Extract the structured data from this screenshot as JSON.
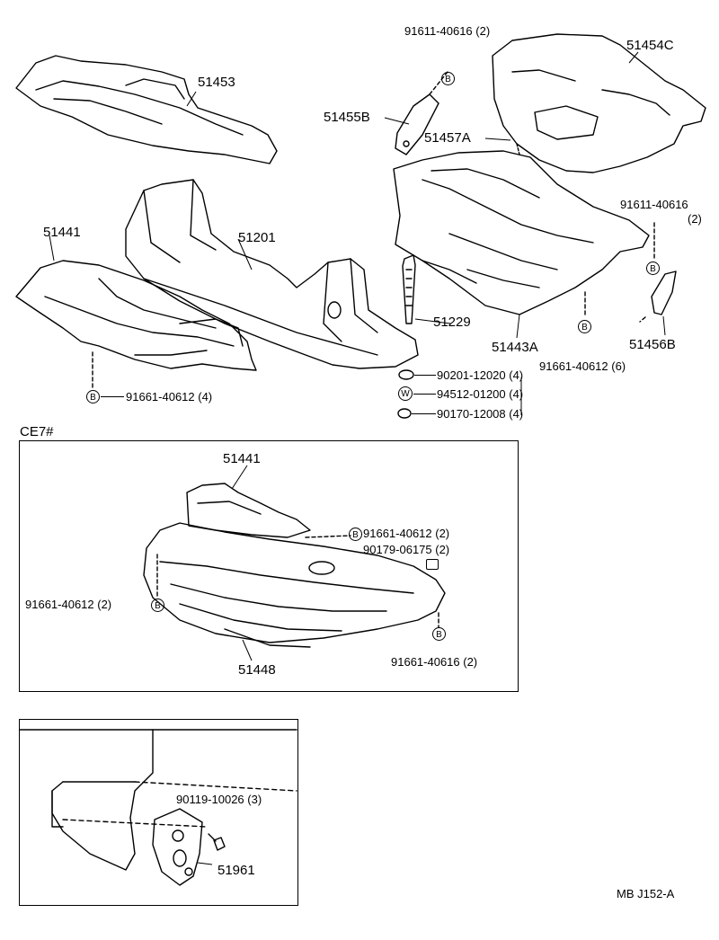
{
  "diagram": {
    "code": "MB J152-A",
    "section_label": "CE7#",
    "main_parts": {
      "p51453": "51453",
      "p51441": "51441",
      "p51201": "51201",
      "p51455B": "51455B",
      "p51457A": "51457A",
      "p51454C": "51454C",
      "p51443A": "51443A",
      "p51456B": "51456B",
      "p51229": "51229"
    },
    "main_fasteners": {
      "f_91611_top": "91611-40616 (2)",
      "f_91611_right_a": "91611-40616",
      "f_91611_right_b": "(2)",
      "f_91661_6": "91661-40612 (6)",
      "f_91661_4": "91661-40612 (4)",
      "f_90201": "90201-12020 (4)",
      "f_94512": "94512-01200 (4)",
      "f_90170": "90170-12008 (4)"
    },
    "ce7_parts": {
      "p51441": "51441",
      "p51448": "51448"
    },
    "ce7_fasteners": {
      "f_91661_right": "91661-40612 (2)",
      "f_90179": "90179-06175 (2)",
      "f_91661_left": "91661-40612 (2)",
      "f_91661_bottom": "91661-40616 (2)"
    },
    "bracket_section": {
      "f_90119": "90119-10026 (3)",
      "p51961": "51961"
    },
    "symbols": {
      "bolt_letter": "B",
      "washer_letter": "W"
    }
  }
}
